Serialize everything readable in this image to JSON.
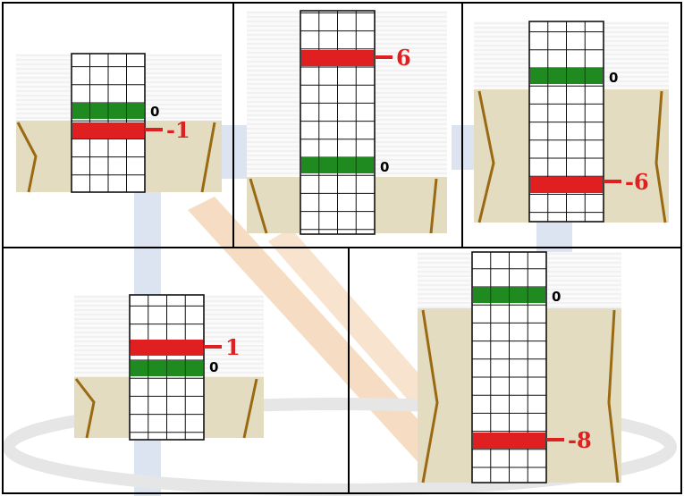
{
  "figure": {
    "panels": [
      {
        "id": "panel-1",
        "zero_label": "0",
        "red_label": "-1",
        "vessel": "small"
      },
      {
        "id": "panel-2",
        "zero_label": "0",
        "red_label": "6",
        "vessel": "wide"
      },
      {
        "id": "panel-3",
        "zero_label": "0",
        "red_label": "-6",
        "vessel": "tall"
      },
      {
        "id": "panel-4",
        "zero_label": "0",
        "red_label": "1",
        "vessel": "small"
      },
      {
        "id": "panel-5",
        "zero_label": "0",
        "red_label": "-8",
        "vessel": "tall"
      }
    ]
  },
  "colors": {
    "green_band": "#1f8a1f",
    "red_band": "#e02020",
    "red_label": "#e02020",
    "liquid": "#e3dcc0",
    "vessel_wall": "#9a6a12",
    "grid": "#111111",
    "stripes": "#ececec",
    "watermark_blue": "#dce4f2",
    "watermark_orange": "#f6dcc2"
  }
}
